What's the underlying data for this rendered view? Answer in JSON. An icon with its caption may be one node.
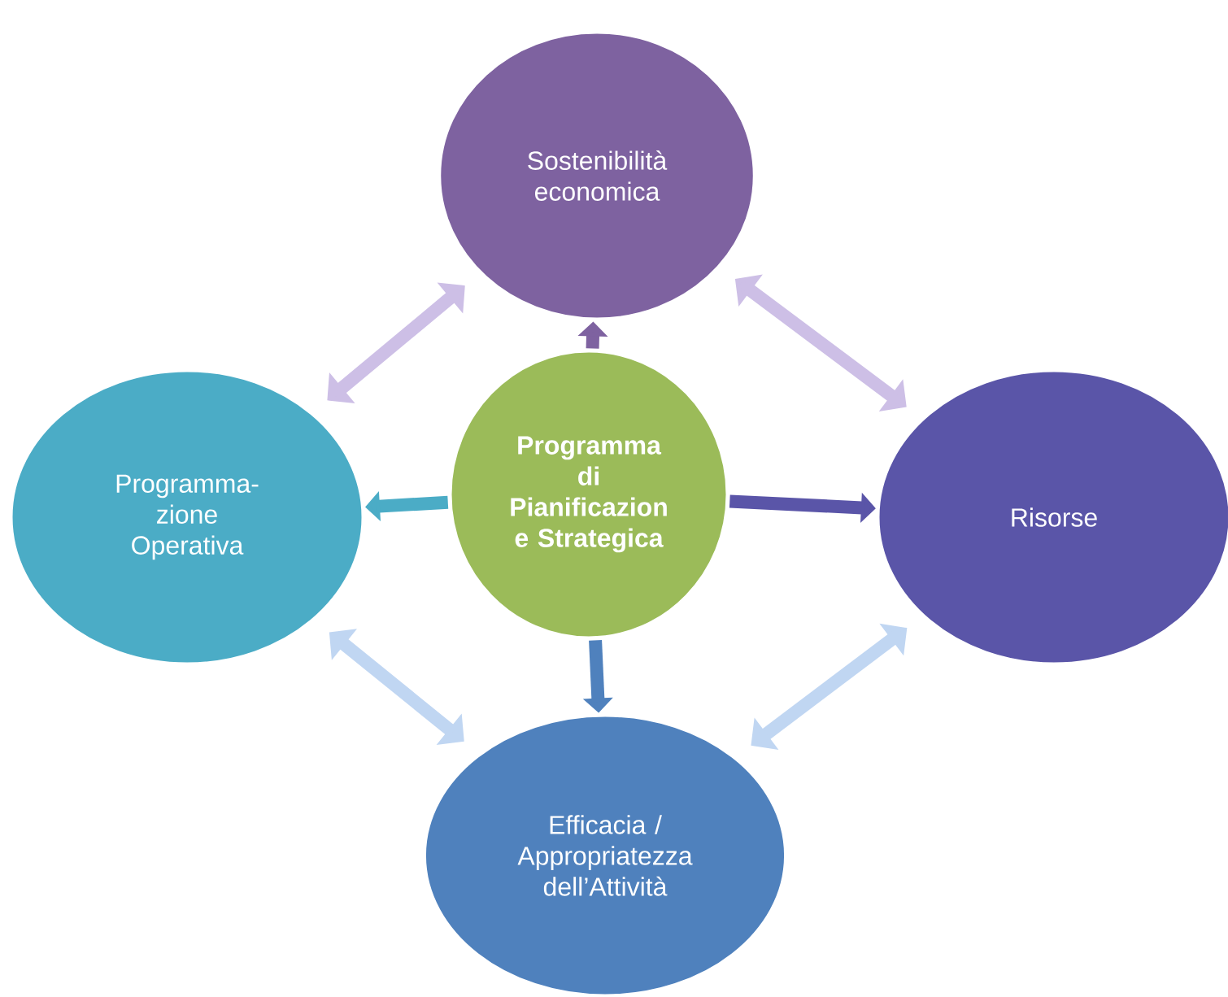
{
  "diagram": {
    "nodes": [
      {
        "text": [
          "Sostenibilità economica"
        ]
      },
      {
        "text": [
          "Programma- zione Operativa"
        ]
      },
      {
        "text": [
          "Programma di Pianificazion e Strategica"
        ]
      },
      {
        "text": [
          "Risorse"
        ]
      },
      {
        "text": [
          "Efficacia / Appropriatezza dell’Attività"
        ]
      }
    ],
    "edges": [
      {
        "from": 2,
        "to": 0,
        "arrow": "to",
        "color": "#7e62a0"
      },
      {
        "from": 2,
        "to": 1,
        "arrow": "to",
        "color": "#4bacc6"
      },
      {
        "from": 2,
        "to": 3,
        "arrow": "to",
        "color": "#5a55a8"
      },
      {
        "from": 2,
        "to": 4,
        "arrow": "to",
        "color": "#4f81bd"
      },
      {
        "from": 1,
        "to": 0,
        "arrow": "both",
        "color": "#cdbfe6"
      },
      {
        "from": 0,
        "to": 3,
        "arrow": "both",
        "color": "#cdbfe6"
      },
      {
        "from": 1,
        "to": 4,
        "arrow": "both",
        "color": "#c0d6f2"
      },
      {
        "from": 3,
        "to": 4,
        "arrow": "both",
        "color": "#c0d6f2"
      }
    ]
  }
}
